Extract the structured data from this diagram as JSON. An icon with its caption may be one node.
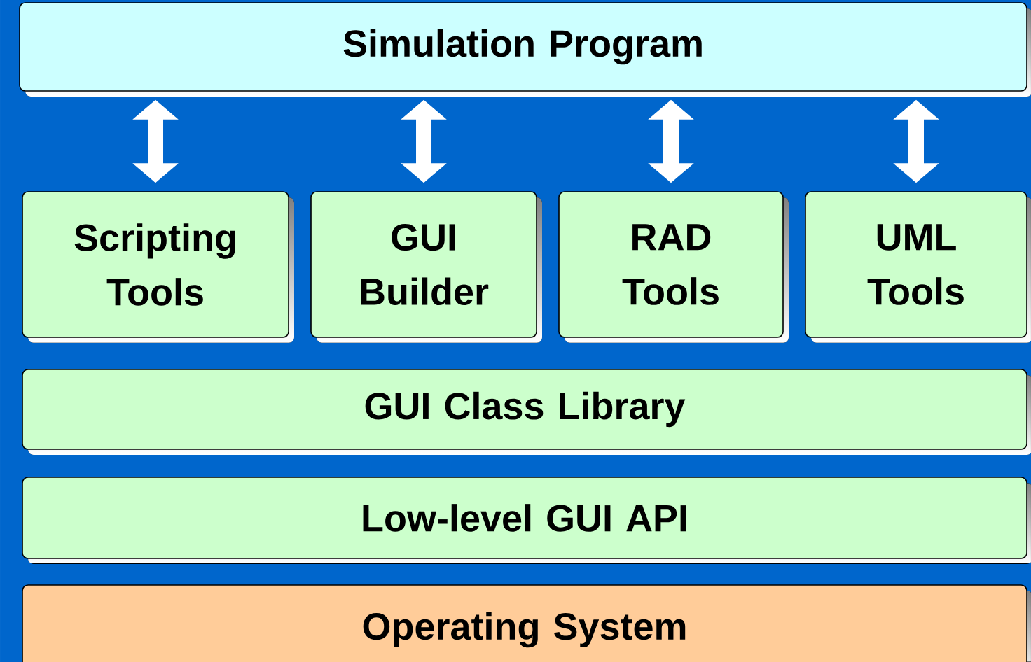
{
  "diagram": {
    "nodes": [
      {
        "text": [
          "Simulation Program"
        ]
      },
      {
        "text": [
          "Scripting Tools"
        ]
      },
      {
        "text": [
          "GUI Builder"
        ]
      },
      {
        "text": [
          "RAD Tools"
        ]
      },
      {
        "text": [
          "UML Tools"
        ]
      },
      {
        "text": [
          "GUI Class Library"
        ]
      },
      {
        "text": [
          "Low-level GUI API"
        ]
      },
      {
        "text": [
          "Operating System"
        ]
      }
    ],
    "edges": [
      {
        "from": 1,
        "to": 0,
        "arrow": "both"
      },
      {
        "from": 2,
        "to": 0,
        "arrow": "both"
      },
      {
        "from": 3,
        "to": 0,
        "arrow": "both"
      },
      {
        "from": 4,
        "to": 0,
        "arrow": "both"
      }
    ]
  }
}
